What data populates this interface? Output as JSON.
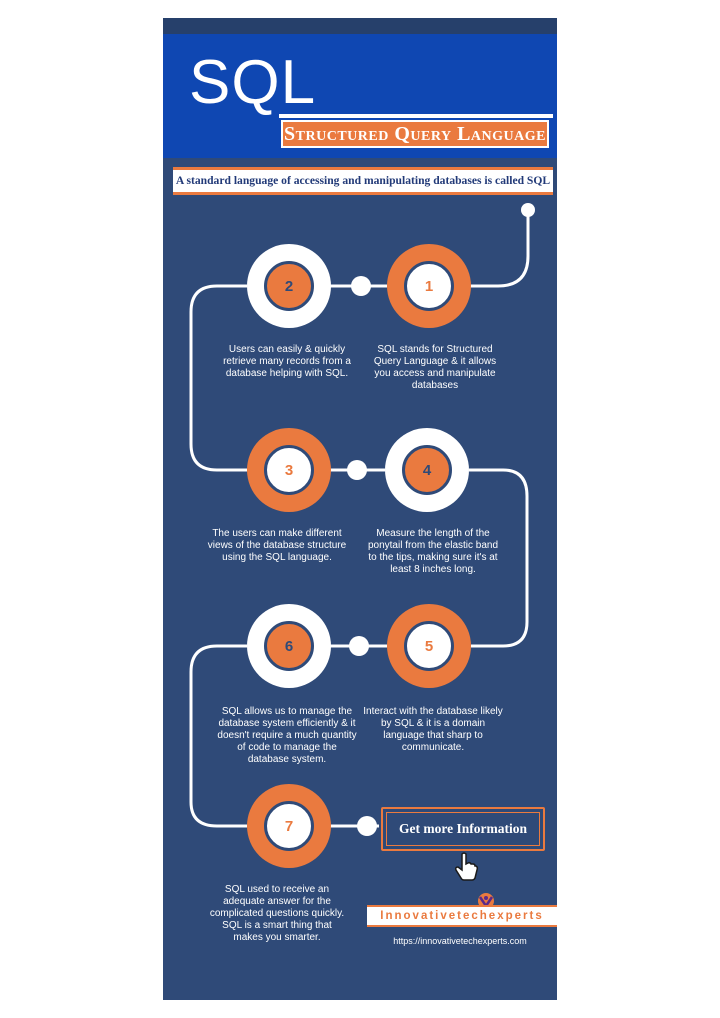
{
  "header": {
    "title": "SQL",
    "subtitle": "Structured Query Language"
  },
  "tagline": "A standard language of accessing and manipulating databases is called SQL",
  "colors": {
    "navy": "#2f4a78",
    "blue": "#0f47b2",
    "orange": "#ea7a3f",
    "white": "#ffffff"
  },
  "steps": [
    {
      "number": "1",
      "text": "SQL stands for Structured Query Language & it allows you access and manipulate databases"
    },
    {
      "number": "2",
      "text": "Users can easily & quickly retrieve many records from a database helping with SQL."
    },
    {
      "number": "3",
      "text": "The users can make different views of the database structure using the SQL language."
    },
    {
      "number": "4",
      "text": "Measure the length of the ponytail from the elastic band to the tips, making sure it's at least 8 inches long."
    },
    {
      "number": "5",
      "text": "Interact with the database likely by SQL & it is a domain language that sharp to communicate."
    },
    {
      "number": "6",
      "text": "SQL allows us to manage the database system efficiently & it doesn't require a much quantity of code to manage the database system."
    },
    {
      "number": "7",
      "text": "SQL used to receive an adequate answer for the complicated questions quickly. SQL is a smart thing that makes you smarter."
    }
  ],
  "cta": {
    "label": "Get more Information",
    "icon": "hand-pointer-icon"
  },
  "brand": {
    "name": "Innovativetechexperts",
    "url": "https://innovativetechexperts.com",
    "logo_icon": "brand-logo-icon"
  }
}
